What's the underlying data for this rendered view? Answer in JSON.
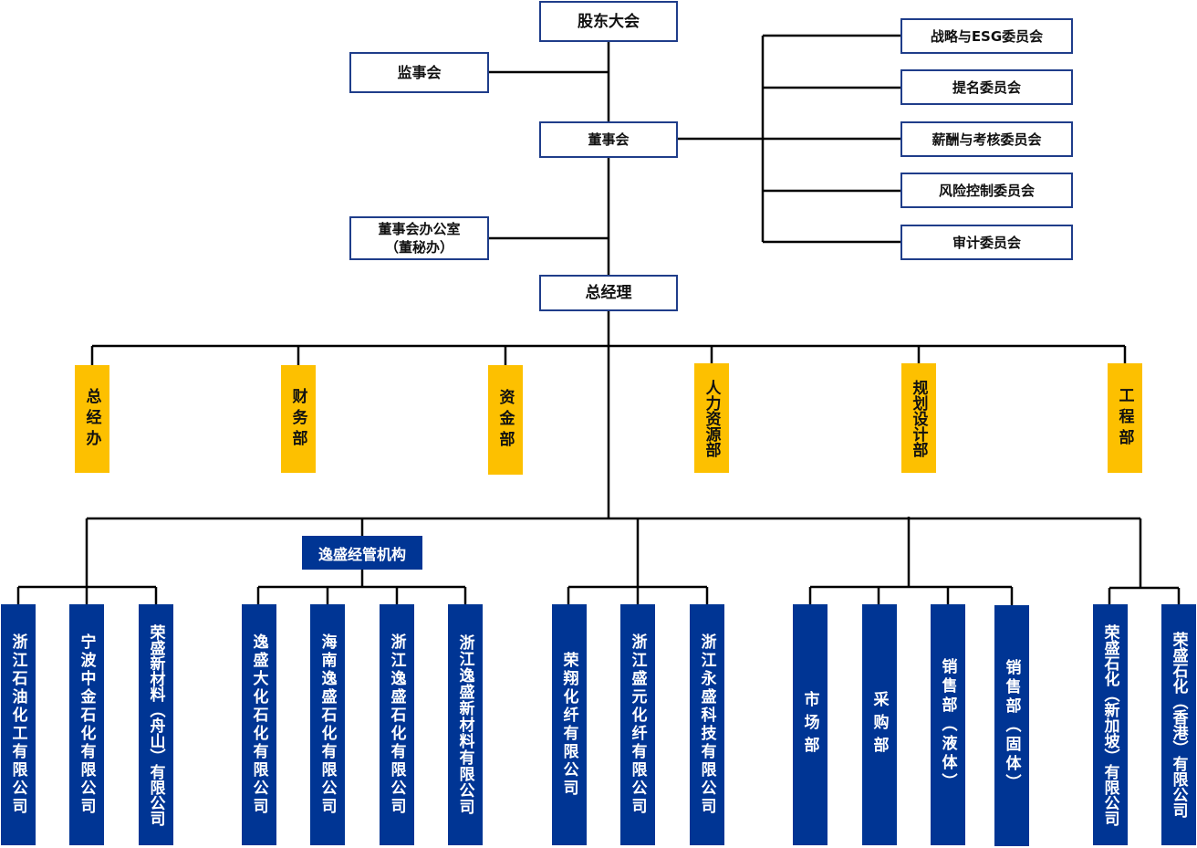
{
  "governance": {
    "shareholders_meeting": "股东大会",
    "supervisory_board": "监事会",
    "board_of_directors": "董事会",
    "board_office_line1": "董事会办公室",
    "board_office_line2": "（董秘办）",
    "general_manager": "总经理"
  },
  "committees": [
    {
      "label": "战略与ESG委员会"
    },
    {
      "label": "提名委员会"
    },
    {
      "label": "薪酬与考核委员会"
    },
    {
      "label": "风险控制委员会"
    },
    {
      "label": "审计委员会"
    }
  ],
  "departments": [
    {
      "label": "总经办"
    },
    {
      "label": "财务部"
    },
    {
      "label": "资金部"
    },
    {
      "label": "人力资源部"
    },
    {
      "label": "规划设计部"
    },
    {
      "label": "工程部"
    }
  ],
  "yisheng_hub": "逸盛经管机构",
  "subsidiaries": [
    {
      "label": "浙江石油化工有限公司",
      "group": "direct"
    },
    {
      "label": "宁波中金石化有限公司",
      "group": "direct"
    },
    {
      "label": "荣盛新材料（舟山）有限公司",
      "group": "direct"
    },
    {
      "label": "逸盛大化石化有限公司",
      "group": "yisheng"
    },
    {
      "label": "海南逸盛石化有限公司",
      "group": "yisheng"
    },
    {
      "label": "浙江逸盛石化有限公司",
      "group": "yisheng"
    },
    {
      "label": "浙江逸盛新材料有限公司",
      "group": "yisheng"
    },
    {
      "label": "荣翔化纤有限公司",
      "group": "fiber"
    },
    {
      "label": "浙江盛元化纤有限公司",
      "group": "fiber"
    },
    {
      "label": "浙江永盛科技有限公司",
      "group": "fiber"
    },
    {
      "label": "市场部",
      "group": "sales"
    },
    {
      "label": "采购部",
      "group": "sales"
    },
    {
      "label": "销售部（液体）",
      "group": "sales"
    },
    {
      "label": "销售部（固体）",
      "group": "sales"
    },
    {
      "label": "荣盛石化（新加坡）有限公司",
      "group": "overseas"
    },
    {
      "label": "荣盛石化（香港）有限公司",
      "group": "overseas"
    }
  ],
  "colors": {
    "box_border": "#1f3d8a",
    "department_fill": "#fdc000",
    "subsidiary_fill": "#003594",
    "line": "#000000"
  }
}
